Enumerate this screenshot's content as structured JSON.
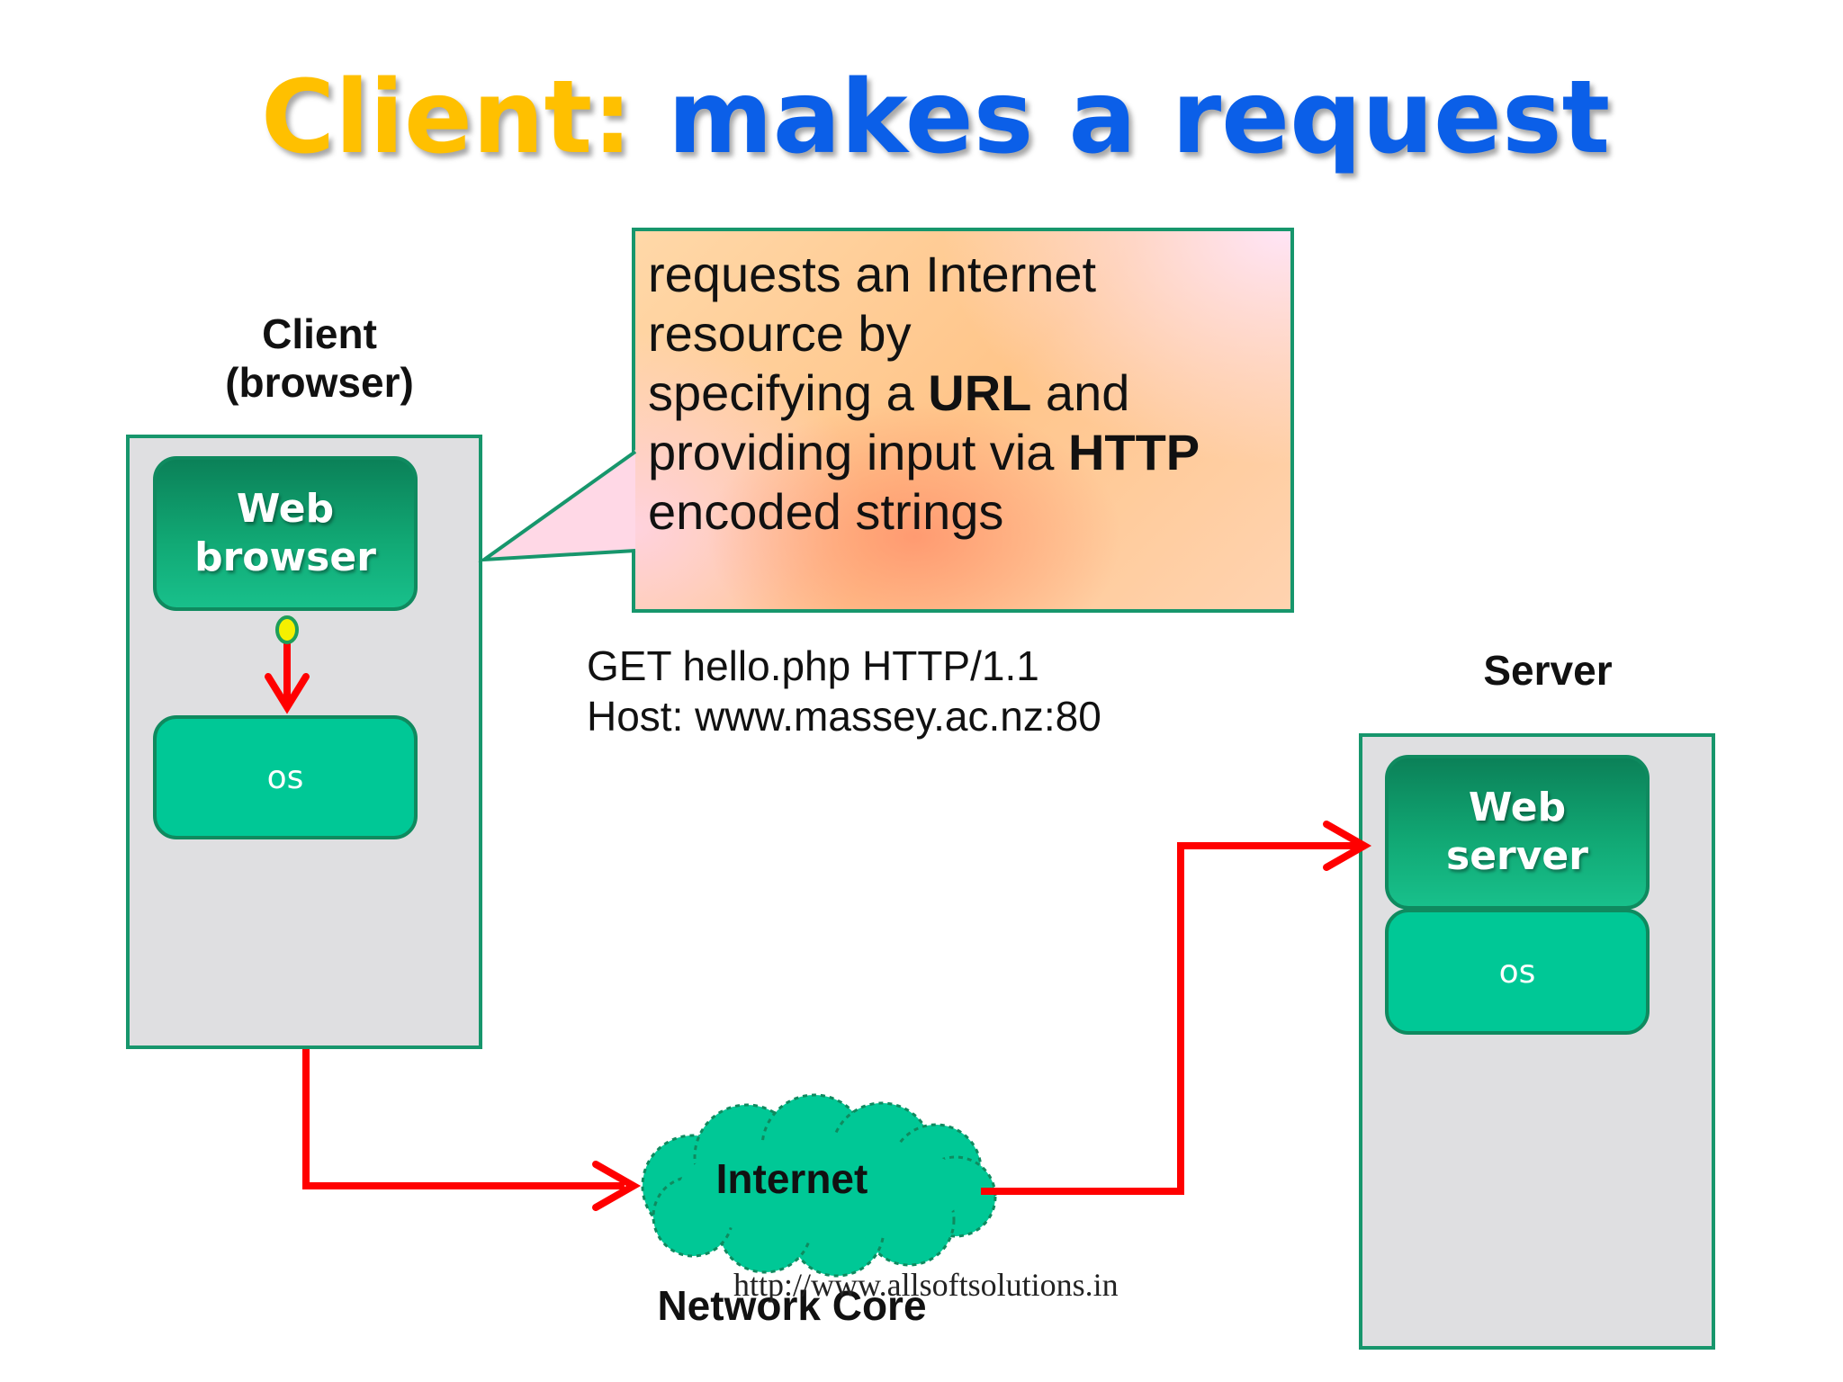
{
  "title": {
    "part1": "Client:",
    "part2": "makes a request"
  },
  "colors": {
    "title_part1": "#FFC000",
    "title_part2": "#0B5FE8",
    "box_border": "#17966C",
    "component_dark": "#0B8158",
    "component_light": "#00C896",
    "arrow": "#FF0000",
    "connector_dot": "#F5F000",
    "cloud": "#00C896"
  },
  "client": {
    "heading_line1": "Client",
    "heading_line2": "(browser)",
    "web_browser_line1": "Web",
    "web_browser_line2": "browser",
    "os": "os"
  },
  "callout": {
    "line1": "requests an Internet",
    "line2": "resource by",
    "line3_pre": "specifying a ",
    "line3_bold": "URL",
    "line3_post": " and",
    "line4_pre": "providing input via ",
    "line4_bold": "HTTP",
    "line5": "encoded strings"
  },
  "http_request": {
    "line1": "GET hello.php HTTP/1.1",
    "line2": "Host: www.massey.ac.nz:80"
  },
  "server": {
    "heading": "Server",
    "web_server_line1": "Web",
    "web_server_line2": "server",
    "os": "os"
  },
  "network": {
    "internet": "Internet",
    "core_label": "Network Core"
  },
  "watermark": "http://www.allsoftsolutions.in",
  "icons": {
    "arrow": "arrow-right",
    "cloud": "cloud-shape",
    "connector": "connector-dot"
  }
}
